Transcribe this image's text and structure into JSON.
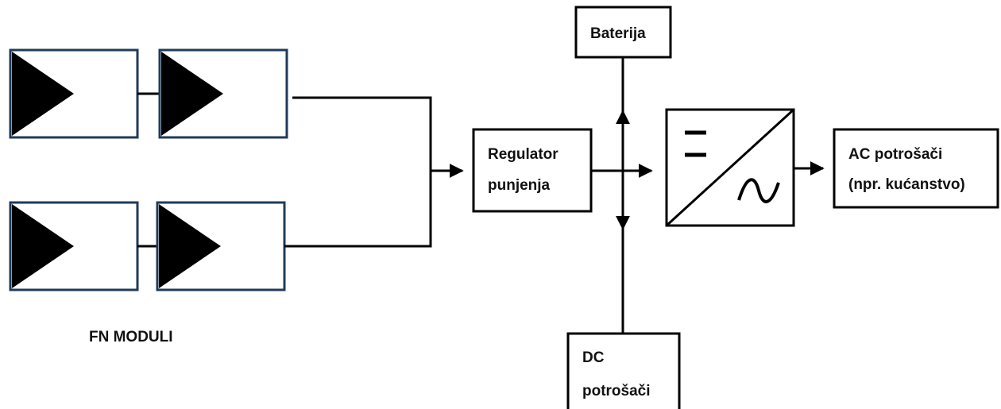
{
  "diagram": {
    "pv_group_label": "FN MODULI",
    "charge_regulator": {
      "line1": "Regulator",
      "line2": "punjenja"
    },
    "battery": {
      "label": "Baterija"
    },
    "dc_loads": {
      "line1": "DC",
      "line2": "potrošači"
    },
    "ac_loads": {
      "line1": "AC potrošači",
      "line2": "(npr. kućanstvo)"
    },
    "inverter": {
      "dc_symbol": "dc-symbol",
      "ac_symbol": "ac-sine-symbol"
    },
    "colors": {
      "line": "#000000",
      "pv_border": "#1f3b5a",
      "pv_triangle": "#000000"
    }
  }
}
